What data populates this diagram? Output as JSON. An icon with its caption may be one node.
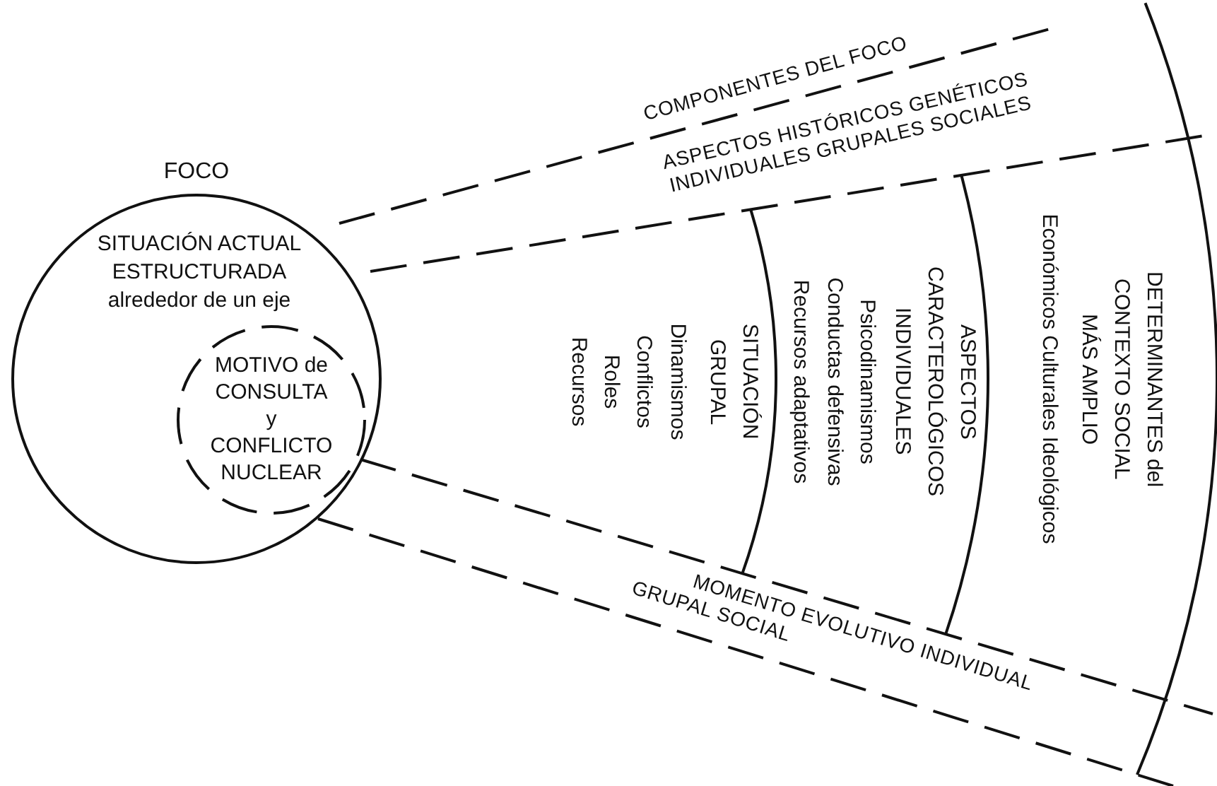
{
  "diagram": {
    "nodes": [
      {
        "text": [
          "FOCO",
          "SITUACIÓN ACTUAL ESTRUCTURADA alrededor de un eje"
        ]
      },
      {
        "text": [
          "MOTIVO de CONSULTA y CONFLICTO NUCLEAR"
        ],
        "in": 0
      }
    ],
    "labels": [
      "COMPONENTES DEL FOCO",
      "ASPECTOS HISTÓRICOS GENÉTICOS INDIVIDUALES GRUPALES SOCIALES",
      "SITUACIÓN GRUPAL",
      "Dinamismos",
      "Conflictos",
      "Roles",
      "Recursos",
      "ASPECTOS CARACTEROLÓGICOS INDIVIDUALES",
      "Psicodinamismos",
      "Conductas defensivas",
      "Recursos adaptativos",
      "DETERMINANTES del CONTEXTO SOCIAL MÁS AMPLIO",
      "Económicos Culturales Ideológicos",
      "MOMENTO EVOLUTIVO INDIVIDUAL GRUPAL SOCIAL"
    ]
  }
}
